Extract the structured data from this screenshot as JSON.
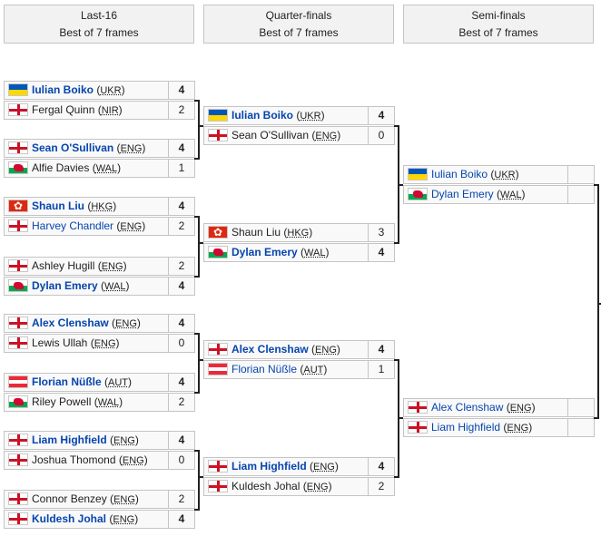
{
  "headers": {
    "r16": {
      "title": "Last-16",
      "subtitle": "Best of 7 frames"
    },
    "qf": {
      "title": "Quarter-finals",
      "subtitle": "Best of 7 frames"
    },
    "sf": {
      "title": "Semi-finals",
      "subtitle": "Best of 7 frames"
    }
  },
  "last16": [
    {
      "name": "Iulian Boiko",
      "country": "UKR",
      "flag": "ukr",
      "score": "4",
      "winner": true
    },
    {
      "name": "Fergal Quinn",
      "country": "NIR",
      "flag": "nir",
      "score": "2",
      "winner": false
    },
    {
      "name": "Sean O'Sullivan",
      "country": "ENG",
      "flag": "eng",
      "score": "4",
      "winner": true
    },
    {
      "name": "Alfie Davies",
      "country": "WAL",
      "flag": "wal",
      "score": "1",
      "winner": false
    },
    {
      "name": "Shaun Liu",
      "country": "HKG",
      "flag": "hkg",
      "score": "4",
      "winner": true
    },
    {
      "name": "Harvey Chandler",
      "country": "ENG",
      "flag": "eng",
      "score": "2",
      "winner": false,
      "link": true
    },
    {
      "name": "Ashley Hugill",
      "country": "ENG",
      "flag": "eng",
      "score": "2",
      "winner": false
    },
    {
      "name": "Dylan Emery",
      "country": "WAL",
      "flag": "wal",
      "score": "4",
      "winner": true
    },
    {
      "name": "Alex Clenshaw",
      "country": "ENG",
      "flag": "eng",
      "score": "4",
      "winner": true
    },
    {
      "name": "Lewis Ullah",
      "country": "ENG",
      "flag": "eng",
      "score": "0",
      "winner": false
    },
    {
      "name": "Florian Nüßle",
      "country": "AUT",
      "flag": "aut",
      "score": "4",
      "winner": true
    },
    {
      "name": "Riley Powell",
      "country": "WAL",
      "flag": "wal",
      "score": "2",
      "winner": false
    },
    {
      "name": "Liam Highfield",
      "country": "ENG",
      "flag": "eng",
      "score": "4",
      "winner": true
    },
    {
      "name": "Joshua Thomond",
      "country": "ENG",
      "flag": "eng",
      "score": "0",
      "winner": false
    },
    {
      "name": "Connor Benzey",
      "country": "ENG",
      "flag": "eng",
      "score": "2",
      "winner": false
    },
    {
      "name": "Kuldesh Johal",
      "country": "ENG",
      "flag": "eng",
      "score": "4",
      "winner": true
    }
  ],
  "quarterfinals": [
    {
      "name": "Iulian Boiko",
      "country": "UKR",
      "flag": "ukr",
      "score": "4",
      "winner": true
    },
    {
      "name": "Sean O'Sullivan",
      "country": "ENG",
      "flag": "eng",
      "score": "0",
      "winner": false
    },
    {
      "name": "Shaun Liu",
      "country": "HKG",
      "flag": "hkg",
      "score": "3",
      "winner": false
    },
    {
      "name": "Dylan Emery",
      "country": "WAL",
      "flag": "wal",
      "score": "4",
      "winner": true
    },
    {
      "name": "Alex Clenshaw",
      "country": "ENG",
      "flag": "eng",
      "score": "4",
      "winner": true
    },
    {
      "name": "Florian Nüßle",
      "country": "AUT",
      "flag": "aut",
      "score": "1",
      "winner": false,
      "link": true
    },
    {
      "name": "Liam Highfield",
      "country": "ENG",
      "flag": "eng",
      "score": "4",
      "winner": true
    },
    {
      "name": "Kuldesh Johal",
      "country": "ENG",
      "flag": "eng",
      "score": "2",
      "winner": false
    }
  ],
  "semifinals": [
    {
      "name": "Iulian Boiko",
      "country": "UKR",
      "flag": "ukr",
      "score": ""
    },
    {
      "name": "Dylan Emery",
      "country": "WAL",
      "flag": "wal",
      "score": ""
    },
    {
      "name": "Alex Clenshaw",
      "country": "ENG",
      "flag": "eng",
      "score": ""
    },
    {
      "name": "Liam Highfield",
      "country": "ENG",
      "flag": "eng",
      "score": ""
    }
  ]
}
